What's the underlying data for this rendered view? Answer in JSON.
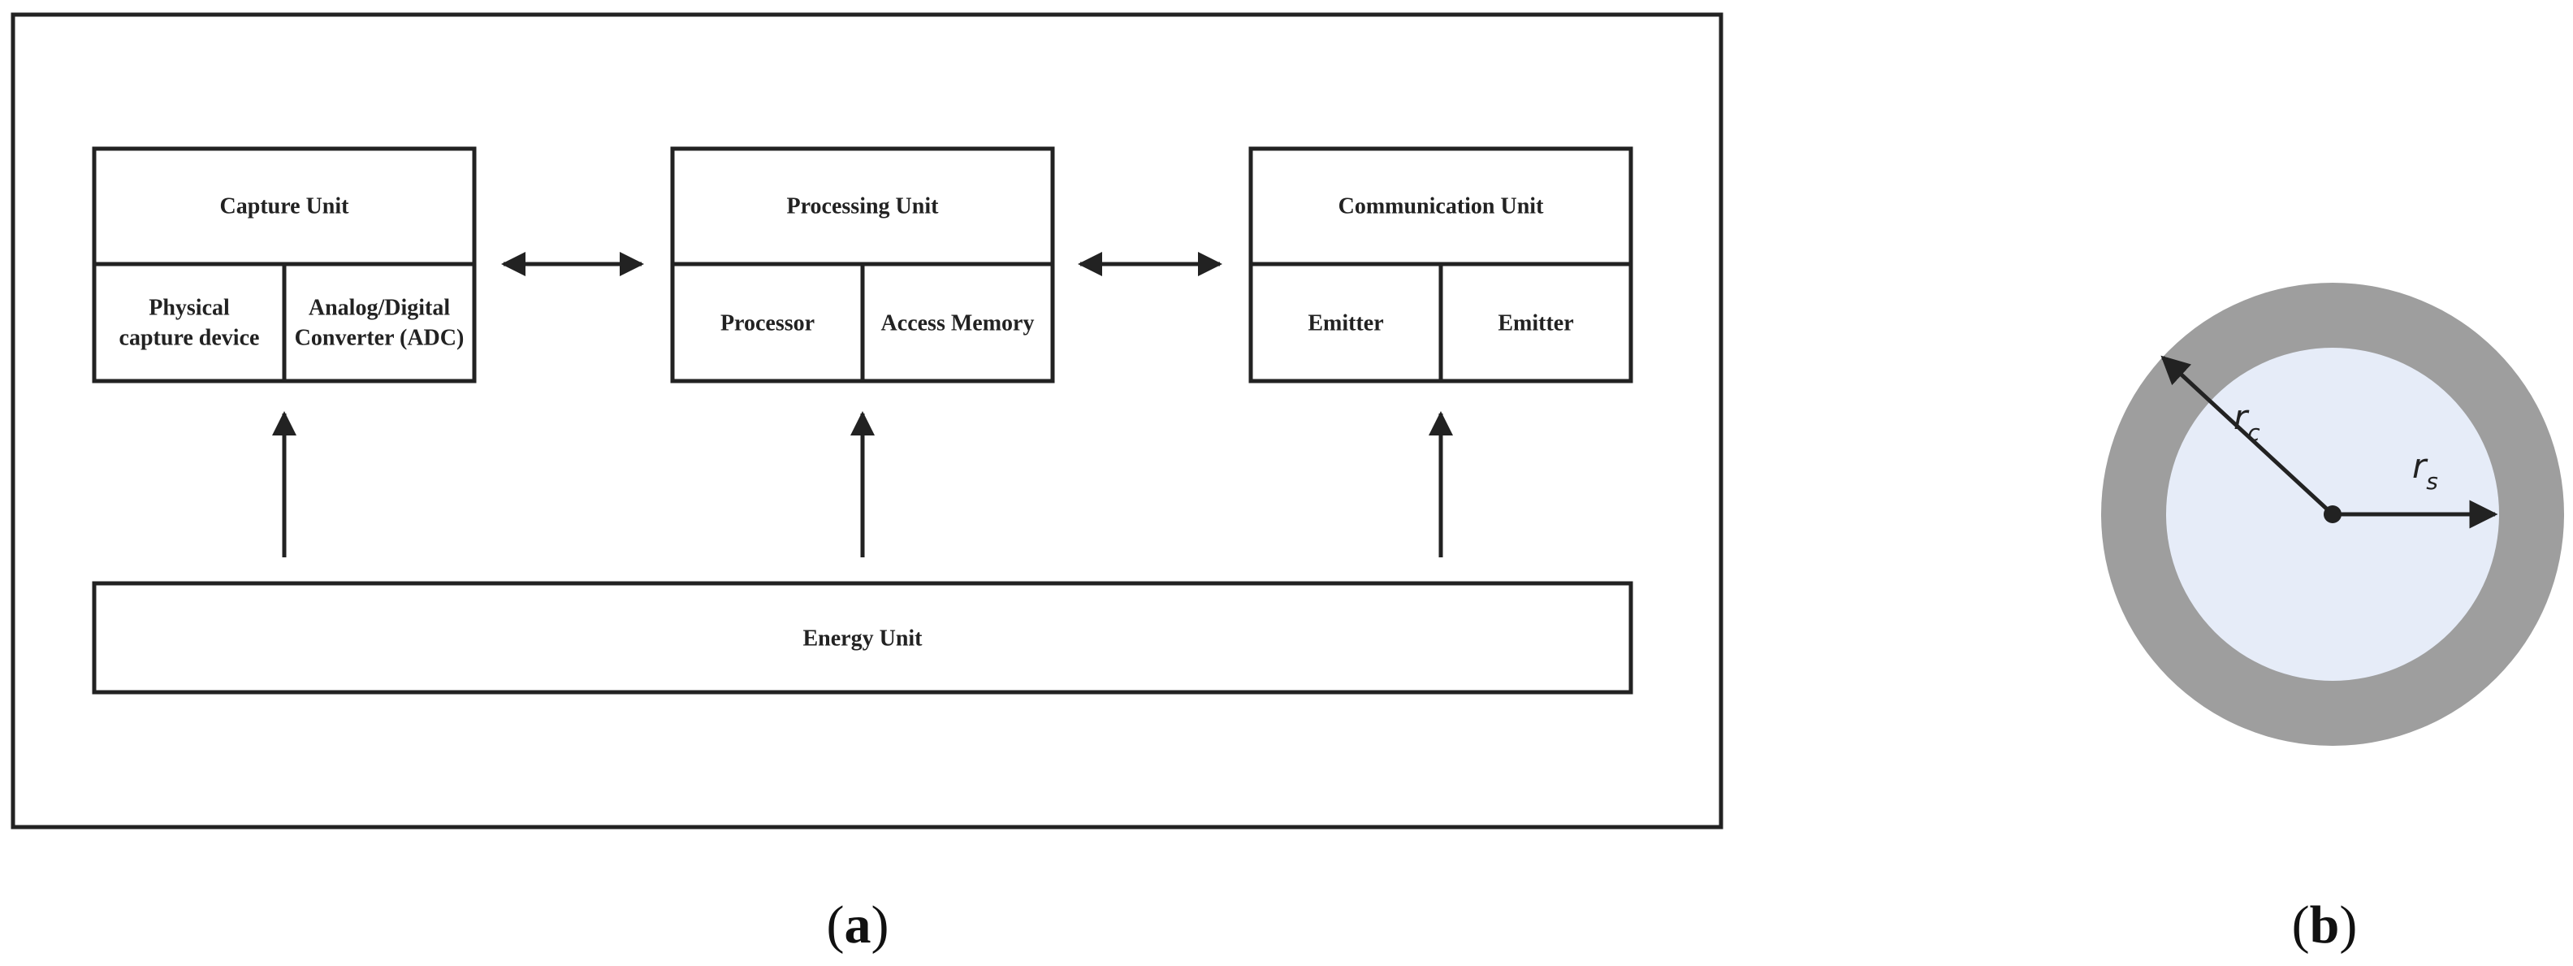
{
  "panel_a": {
    "capture_unit": {
      "title": "Capture Unit",
      "left_line1": "Physical",
      "left_line2": "capture device",
      "right_line1": "Analog/Digital",
      "right_line2": "Converter (ADC)"
    },
    "processing_unit": {
      "title": "Processing Unit",
      "left": "Processor",
      "right": "Access Memory"
    },
    "communication_unit": {
      "title": "Communication Unit",
      "left": "Emitter",
      "right": "Emitter"
    },
    "energy_unit": {
      "title": "Energy Unit"
    },
    "caption_open": "(",
    "caption_letter": "a",
    "caption_close": ")"
  },
  "panel_b": {
    "rc_label": "r",
    "rc_sub": "c",
    "rs_label": "r",
    "rs_sub": "s",
    "colors": {
      "outer_ring": "#9e9e9e",
      "inner_disc": "#e6ecf8",
      "arrows": "#222222"
    },
    "caption_open": "(",
    "caption_letter": "b",
    "caption_close": ")"
  }
}
